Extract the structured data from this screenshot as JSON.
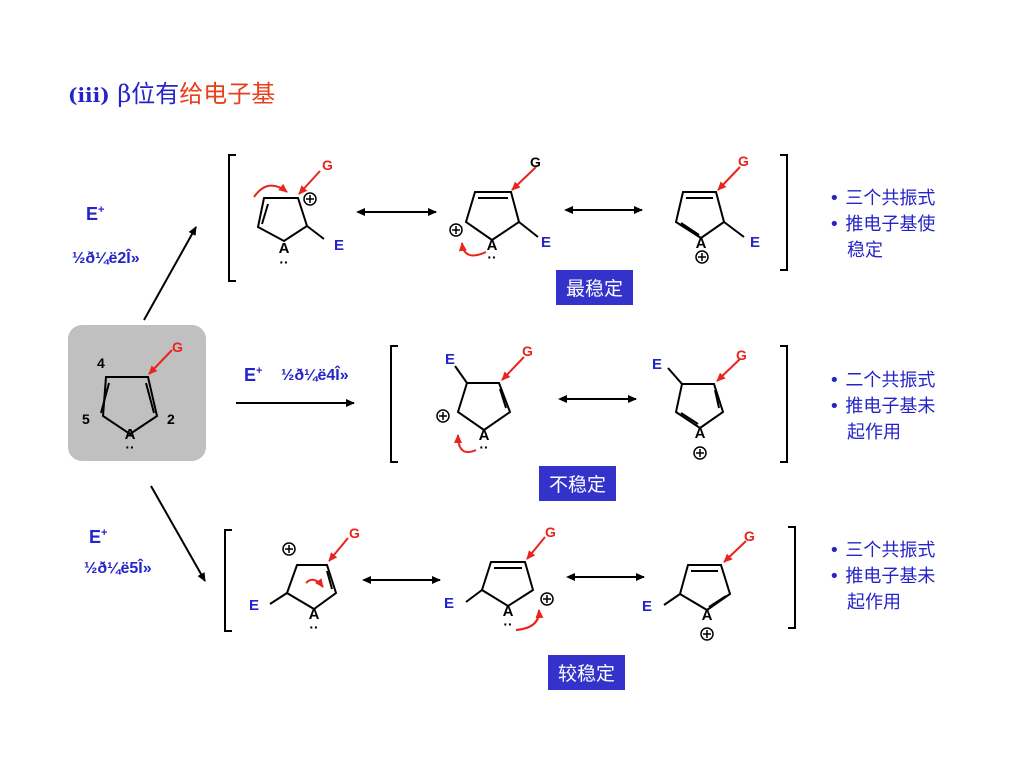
{
  "title": {
    "prefix": "(iii)",
    "beta": "β",
    "text1": "位有",
    "highlight": "给电子基"
  },
  "start": {
    "positions": [
      "4",
      "5",
      "2"
    ],
    "heteroatom": "A",
    "substituent": "G"
  },
  "routes": [
    {
      "reagent": "E",
      "reagent_sup": "+",
      "site_text": "½ð¼ë2Î»",
      "stability": "最稳定",
      "notes": [
        "三个共振式",
        "推电子基使",
        "稳定"
      ]
    },
    {
      "reagent": "E",
      "reagent_sup": "+",
      "site_text": "½ð¼ë4Î»",
      "stability": "不稳定",
      "notes": [
        "二个共振式",
        "推电子基未",
        "起作用"
      ]
    },
    {
      "reagent": "E",
      "reagent_sup": "+",
      "site_text": "½ð¼ë5Î»",
      "stability": "较稳定",
      "notes": [
        "三个共振式",
        "推电子基未",
        "起作用"
      ]
    }
  ],
  "atoms": {
    "heteroatom": "A",
    "group": "G",
    "electrophile": "E"
  },
  "colors": {
    "blue": "#2424c8",
    "red": "#e8241c",
    "box": "#3333cc",
    "gray": "#c0c0c0"
  }
}
